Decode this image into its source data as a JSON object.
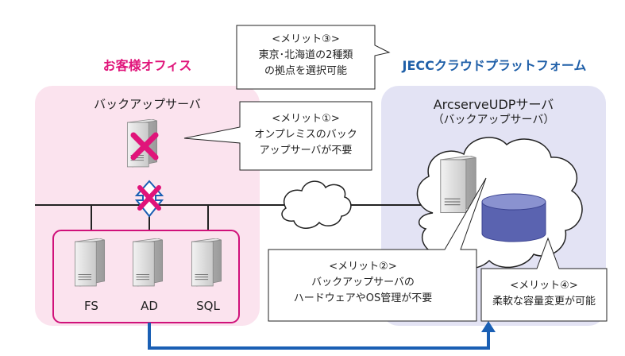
{
  "office": {
    "title": "お客様オフィス",
    "backup_server_label": "バックアップサーバ",
    "servers": [
      "FS",
      "AD",
      "SQL"
    ]
  },
  "cloud": {
    "title": "JECCクラウドプラットフォーム",
    "server_name": "ArcserveUDPサーバ",
    "server_sub": "（バックアップサーバ）"
  },
  "merits": {
    "m1": {
      "title": "<メリット①>",
      "lines": [
        "オンプレミスのバック",
        "アップサーバが不要"
      ]
    },
    "m2": {
      "title": "<メリット②>",
      "lines": [
        "バックアップサーバの",
        "ハードウェアやOS管理が不要"
      ]
    },
    "m3": {
      "title": "<メリット③>",
      "lines": [
        "東京･北海道の2種類",
        "の拠点を選択可能"
      ]
    },
    "m4": {
      "title": "<メリット④>",
      "lines": [
        "柔軟な容量変更が可能"
      ]
    }
  },
  "colors": {
    "office_bg": "#fbe3ee",
    "office_title": "#e0147a",
    "cloud_bg": "#e3e3f4",
    "cloud_title": "#1f5fa8",
    "group_border": "#d0117a",
    "cross": "#e0147a",
    "arrow": "#1a5fb4",
    "disk": "#5a63b0"
  }
}
